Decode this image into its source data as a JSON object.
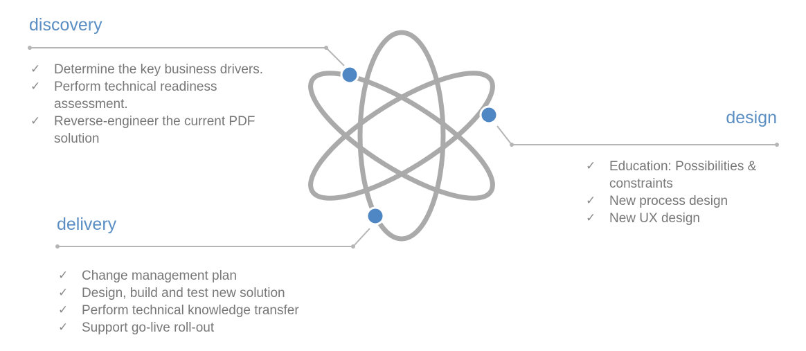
{
  "discovery": {
    "heading": "discovery",
    "items": [
      "Determine the key business drivers.",
      "Perform technical readiness assessment.",
      "Reverse-engineer the current PDF solution"
    ]
  },
  "design": {
    "heading": "design",
    "items": [
      "Education: Possibilities & constraints",
      "New process design",
      "New UX design"
    ]
  },
  "delivery": {
    "heading": "delivery",
    "items": [
      "Change management plan",
      "Design, build and test new solution",
      "Perform technical knowledge transfer",
      "Support go-live roll-out"
    ]
  },
  "colors": {
    "heading": "#5b8fc4",
    "orbit": "#aaaaaa",
    "node": "#4f87c5",
    "text": "#777777",
    "connector": "#b5b5b5"
  },
  "icons": {
    "check": "checkmark-icon"
  }
}
